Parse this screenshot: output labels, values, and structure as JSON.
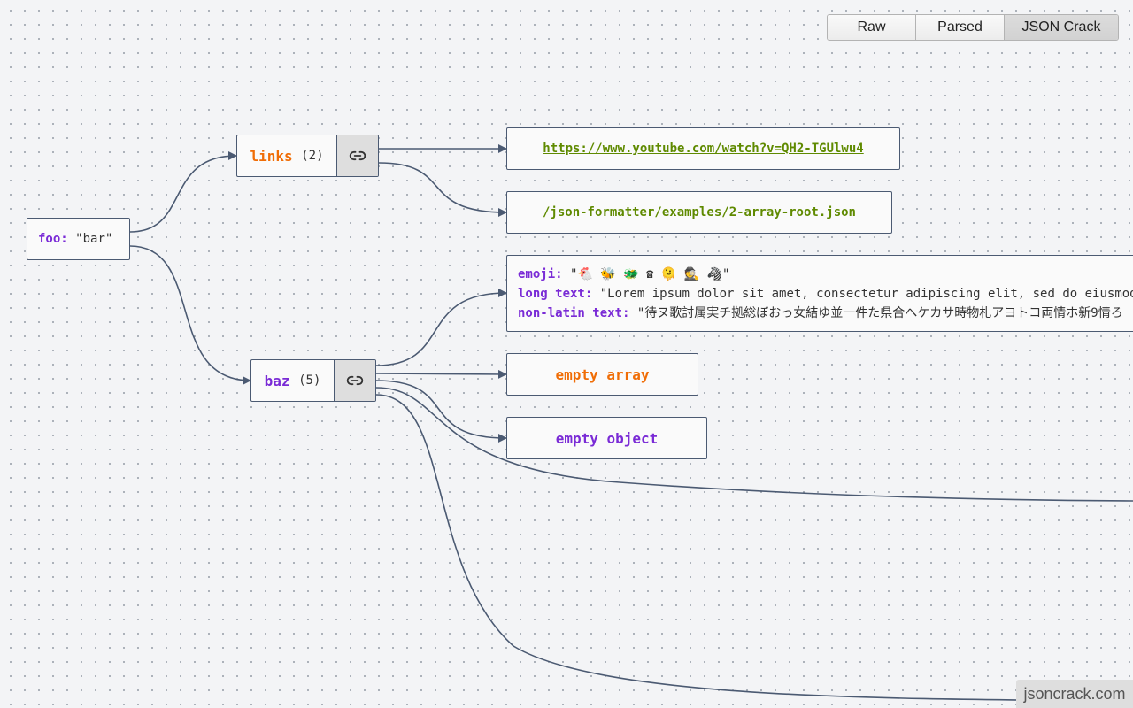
{
  "view_toggle": {
    "options": [
      "Raw",
      "Parsed",
      "JSON Crack"
    ],
    "active": "JSON Crack"
  },
  "nodes": {
    "foo": {
      "key": "foo:",
      "value": "\"bar\""
    },
    "links": {
      "label": "links",
      "count": "(2)"
    },
    "link_url_1": "https://www.youtube.com/watch?v=QH2-TGUlwu4",
    "link_url_2": "/json-formatter/examples/2-array-root.json",
    "baz": {
      "label": "baz",
      "count": "(5)"
    },
    "baz_object": {
      "emoji": {
        "key": "emoji:",
        "value": "\"🐔 🐝 🐲 ☎ 🫠 🕵 🦓\""
      },
      "long_text": {
        "key": "long text:",
        "value": "\"Lorem ipsum dolor sit amet, consectetur adipiscing elit, sed do eiusmod"
      },
      "non_latin_text": {
        "key": "non-latin text:",
        "value": "\"待ヌ歌討属実チ拠総ぼおっ女結ゆ並一件た県合へケカサ時物札アヨトコ両情ホ新9情ろ"
      }
    },
    "empty_array": "empty array",
    "empty_object": "empty object"
  },
  "colors": {
    "edge": "#4b5a72",
    "key": "#7a2bd6",
    "url": "#5f8a00",
    "array_label": "#f06d06",
    "object_label": "#7a2bd6"
  },
  "icons": {
    "link_button": "link-icon"
  },
  "brand": "jsoncrack.com"
}
